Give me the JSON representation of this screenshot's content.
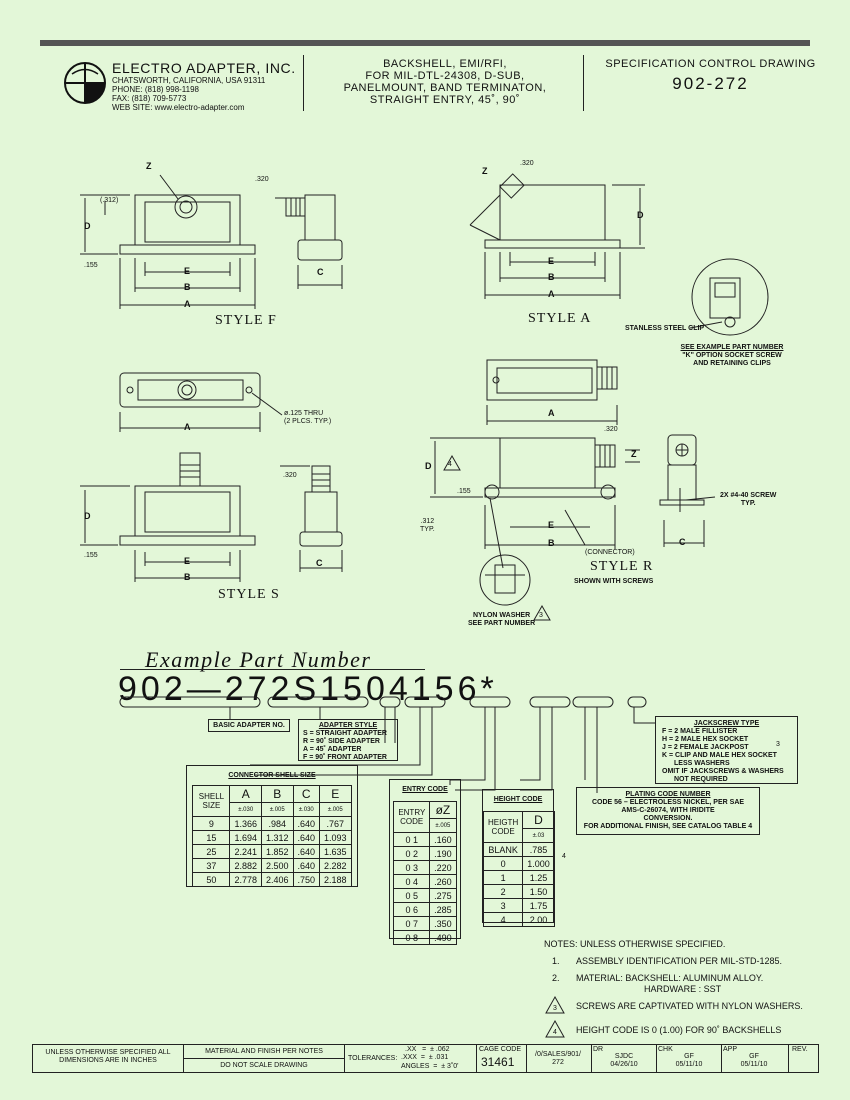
{
  "company": {
    "name": "ELECTRO ADAPTER, INC.",
    "address": "CHATSWORTH, CALIFORNIA, USA 91311",
    "phone": "PHONE: (818) 998-1198",
    "fax": "FAX: (818) 709-5773",
    "web": "WEB SITE: www.electro-adapter.com"
  },
  "description": [
    "BACKSHELL, EMI/RFI,",
    "FOR MIL-DTL-24308, D-SUB,",
    "PANELMOUNT, BAND TERMINATON,",
    "STRAIGHT ENTRY, 45˚, 90˚"
  ],
  "spec": {
    "title": "SPECIFICATION CONTROL DRAWING",
    "number": "902-272"
  },
  "styles": {
    "f": "STYLE F",
    "a": "STYLE A",
    "s": "STYLE S",
    "r": "STYLE R",
    "r_sub": "SHOWN WITH SCREWS"
  },
  "dims": {
    "d320": ".320",
    "d312": "(.312)",
    "d155": ".155",
    "d312typ": ".312",
    "typ": "TYP.",
    "a": "A",
    "b": "B",
    "c": "C",
    "d": "D",
    "e": "E",
    "z": "Z",
    "connector": "(CONNECTOR)"
  },
  "callouts": {
    "thru1": "ø.125 THRU",
    "thru2": "(2 PLCS. TYP.)",
    "steel_clip": "STANLESS STEEL CLIP",
    "see1": "SEE EXAMPLE PART NUMBER",
    "see2": "\"K\" OPTION SOCKET SCREW",
    "see3": "AND RETAINING CLIPS",
    "screw": "2X #4-40 SCREW",
    "screw_typ": "TYP.",
    "nylon": "NYLON WASHER",
    "see_part": "SEE PART NUMBER",
    "tri3": "3",
    "tri4": "4"
  },
  "example": {
    "title": "Example Part Number",
    "number": "902—272S1504156*"
  },
  "basic": "BASIC ADAPTER NO.",
  "adapter_style": {
    "title": "ADAPTER STYLE",
    "items": [
      "S = STRAIGHT ADAPTER",
      "R = 90˚ SIDE ADAPTER",
      "A = 45˚ ADAPTER",
      "F = 90˚ FRONT ADAPTER"
    ]
  },
  "jackscrew": {
    "title": "JACKSCREW TYPE",
    "items": [
      "F = 2 MALE FILLISTER",
      "H = 2 MALE HEX SOCKET",
      "J = 2 FEMALE JACKPOST",
      "K = CLIP AND MALE HEX SOCKET",
      "LESS WASHERS",
      "OMIT IF JACKSCREWS & WASHERS",
      "NOT REQUIRED"
    ]
  },
  "plating": {
    "title": "PLATING CODE NUMBER",
    "items": [
      "CODE 56 – ELECTROLESS NICKEL, PER SAE",
      "AMS-C-26074, WITH IRIDITE",
      "CONVERSION."
    ],
    "footer": "FOR ADDITIONAL FINISH, SEE CATALOG TABLE 4"
  },
  "shell": {
    "title": "CONNECTOR SHELL SIZE",
    "headers": [
      "SHELL SIZE",
      "A",
      "B",
      "C",
      "E"
    ],
    "tol": [
      "±.030",
      "±.005",
      "±.030",
      "±.005"
    ],
    "rows": [
      [
        "9",
        "1.366",
        ".984",
        ".640",
        ".767"
      ],
      [
        "15",
        "1.694",
        "1.312",
        ".640",
        "1.093"
      ],
      [
        "25",
        "2.241",
        "1.852",
        ".640",
        "1.635"
      ],
      [
        "37",
        "2.882",
        "2.500",
        ".640",
        "2.282"
      ],
      [
        "50",
        "2.778",
        "2.406",
        ".750",
        "2.188"
      ]
    ]
  },
  "entry": {
    "title": "ENTRY CODE",
    "headers": [
      "ENTRY CODE",
      "øZ"
    ],
    "tol": "±.005",
    "rows": [
      [
        "0 1",
        ".160"
      ],
      [
        "0 2",
        ".190"
      ],
      [
        "0 3",
        ".220"
      ],
      [
        "0 4",
        ".260"
      ],
      [
        "0 5",
        ".275"
      ],
      [
        "0 6",
        ".285"
      ],
      [
        "0 7",
        ".350"
      ],
      [
        "0 8",
        ".490"
      ]
    ]
  },
  "height": {
    "title": "HEIGHT CODE",
    "headers": [
      "HEIGTH CODE",
      "D"
    ],
    "tol": "±.03",
    "rows": [
      [
        "BLANK",
        ".785"
      ],
      [
        "0",
        "1.000"
      ],
      [
        "1",
        "1.25"
      ],
      [
        "2",
        "1.50"
      ],
      [
        "3",
        "1.75"
      ],
      [
        "4",
        "2.00"
      ]
    ]
  },
  "notes": {
    "title": "NOTES: UNLESS OTHERWISE SPECIFIED.",
    "items": [
      [
        "1.",
        "ASSEMBLY IDENTIFICATION PER MIL-STD-1285."
      ],
      [
        "2.",
        "MATERIAL: BACKSHELL: ALUMINUM ALLOY."
      ],
      [
        "",
        "HARDWARE : SST"
      ],
      [
        "3",
        "SCREWS ARE CAPTIVATED WITH NYLON WASHERS."
      ],
      [
        "4",
        "HEIGHT CODE IS 0 (1.00) FOR 90˚ BACKSHELLS"
      ]
    ]
  },
  "titleblock": {
    "unless1": "UNLESS OTHERWISE SPECIFIED ALL",
    "unless2": "DIMENSIONS ARE IN INCHES",
    "mat": "MATERIAL AND FINISH PER NOTES",
    "noscale": "DO NOT SCALE DRAWING",
    "tol_label": "TOLERANCES:",
    "tol1": ".XX   =  ± .062",
    "tol2": ".XXX  =  ± .031",
    "tol3": "ANGLES  =  ± 3˚0'",
    "cage_label": "CAGE CODE",
    "cage": "31461",
    "path1": "/0/SALES/901/",
    "path2": "272",
    "dr_label": "DR",
    "dr1": "SJDC",
    "dr2": "04/26/10",
    "chk_label": "CHK",
    "chk1": "GF",
    "chk2": "05/11/10",
    "app_label": "APP",
    "app1": "GF",
    "app2": "05/11/10",
    "rev_label": "REV."
  }
}
